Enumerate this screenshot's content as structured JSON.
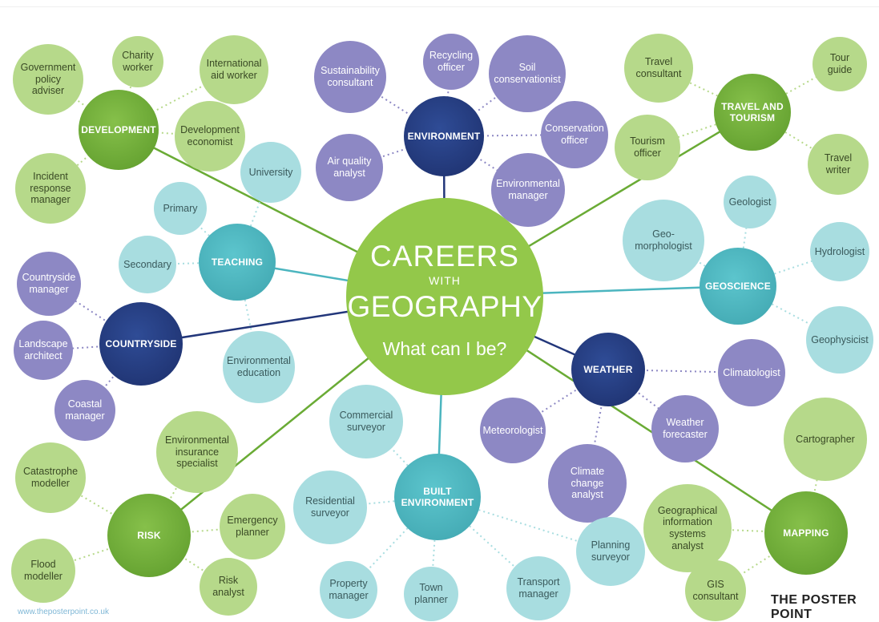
{
  "center": {
    "line1": "CAREERS",
    "line2": "WITH",
    "line3": "GEOGRAPHY",
    "line4": "What can I be?",
    "color": "#93c84a"
  },
  "colors": {
    "purple_leaf": "#8d88c4",
    "lightgreen_leaf": "#b6d98a",
    "teal_leaf": "#a8dde0",
    "green_hub": "#6aab35",
    "navy_hub": "#22367a",
    "teal_hub": "#4bb5bf"
  },
  "hubs": [
    {
      "id": "development",
      "label": "DEVELOPMENT",
      "style": "green",
      "leaves": [
        {
          "label": "Government\npolicy\nadviser",
          "style": "lightgreen"
        },
        {
          "label": "Charity\nworker",
          "style": "lightgreen"
        },
        {
          "label": "International\naid worker",
          "style": "lightgreen"
        },
        {
          "label": "Development\neconomist",
          "style": "lightgreen"
        },
        {
          "label": "Incident\nresponse\nmanager",
          "style": "lightgreen"
        }
      ]
    },
    {
      "id": "environment",
      "label": "ENVIRONMENT",
      "style": "navy",
      "leaves": [
        {
          "label": "Sustainability\nconsultant",
          "style": "purple"
        },
        {
          "label": "Recycling\nofficer",
          "style": "purple"
        },
        {
          "label": "Soil\nconservationist",
          "style": "purple"
        },
        {
          "label": "Conservation\nofficer",
          "style": "purple"
        },
        {
          "label": "Environmental\nmanager",
          "style": "purple"
        },
        {
          "label": "Air quality\nanalyst",
          "style": "purple"
        }
      ]
    },
    {
      "id": "travel",
      "label": "TRAVEL AND\nTOURISM",
      "style": "green",
      "leaves": [
        {
          "label": "Travel\nconsultant",
          "style": "lightgreen"
        },
        {
          "label": "Tour\nguide",
          "style": "lightgreen"
        },
        {
          "label": "Tourism\nofficer",
          "style": "lightgreen"
        },
        {
          "label": "Travel writer",
          "style": "lightgreen"
        }
      ]
    },
    {
      "id": "teaching",
      "label": "TEACHING",
      "style": "tealhub",
      "leaves": [
        {
          "label": "University",
          "style": "teal"
        },
        {
          "label": "Primary",
          "style": "teal"
        },
        {
          "label": "Secondary",
          "style": "teal"
        },
        {
          "label": "Environmental\neducation",
          "style": "teal"
        }
      ]
    },
    {
      "id": "geoscience",
      "label": "GEOSCIENCE",
      "style": "tealhub",
      "leaves": [
        {
          "label": "Geologist",
          "style": "teal"
        },
        {
          "label": "Geo-\nmorphologist",
          "style": "teal"
        },
        {
          "label": "Hydrologist",
          "style": "teal"
        },
        {
          "label": "Geophysicist",
          "style": "teal"
        }
      ]
    },
    {
      "id": "countryside",
      "label": "COUNTRYSIDE",
      "style": "navy",
      "leaves": [
        {
          "label": "Countryside\nmanager",
          "style": "purple"
        },
        {
          "label": "Landscape\narchitect",
          "style": "purple"
        },
        {
          "label": "Coastal\nmanager",
          "style": "purple"
        }
      ]
    },
    {
      "id": "weather",
      "label": "WEATHER",
      "style": "navy",
      "leaves": [
        {
          "label": "Climatologist",
          "style": "purple"
        },
        {
          "label": "Weather\nforecaster",
          "style": "purple"
        },
        {
          "label": "Meteorologist",
          "style": "purple"
        },
        {
          "label": "Climate\nchange\nanalyst",
          "style": "purple"
        }
      ]
    },
    {
      "id": "risk",
      "label": "RISK",
      "style": "green",
      "leaves": [
        {
          "label": "Environmental\ninsurance\nspecialist",
          "style": "lightgreen"
        },
        {
          "label": "Catastrophe\nmodeller",
          "style": "lightgreen"
        },
        {
          "label": "Emergency\nplanner",
          "style": "lightgreen"
        },
        {
          "label": "Flood\nmodeller",
          "style": "lightgreen"
        },
        {
          "label": "Risk\nanalyst",
          "style": "lightgreen"
        }
      ]
    },
    {
      "id": "built",
      "label": "BUILT\nENVIRONMENT",
      "style": "tealhub",
      "leaves": [
        {
          "label": "Commercial\nsurveyor",
          "style": "teal"
        },
        {
          "label": "Residential\nsurveyor",
          "style": "teal"
        },
        {
          "label": "Property\nmanager",
          "style": "teal"
        },
        {
          "label": "Town\nplanner",
          "style": "teal"
        },
        {
          "label": "Transport\nmanager",
          "style": "teal"
        },
        {
          "label": "Planning\nsurveyor",
          "style": "teal"
        }
      ]
    },
    {
      "id": "mapping",
      "label": "MAPPING",
      "style": "green",
      "leaves": [
        {
          "label": "Cartographer",
          "style": "lightgreen"
        },
        {
          "label": "Geographical\ninformation\nsystems\nanalyst",
          "style": "lightgreen"
        },
        {
          "label": "GIS\nconsultant",
          "style": "lightgreen"
        }
      ]
    }
  ],
  "footer": {
    "website": "www.theposterpoint.co.uk",
    "logo": "THE POSTER POINT"
  }
}
